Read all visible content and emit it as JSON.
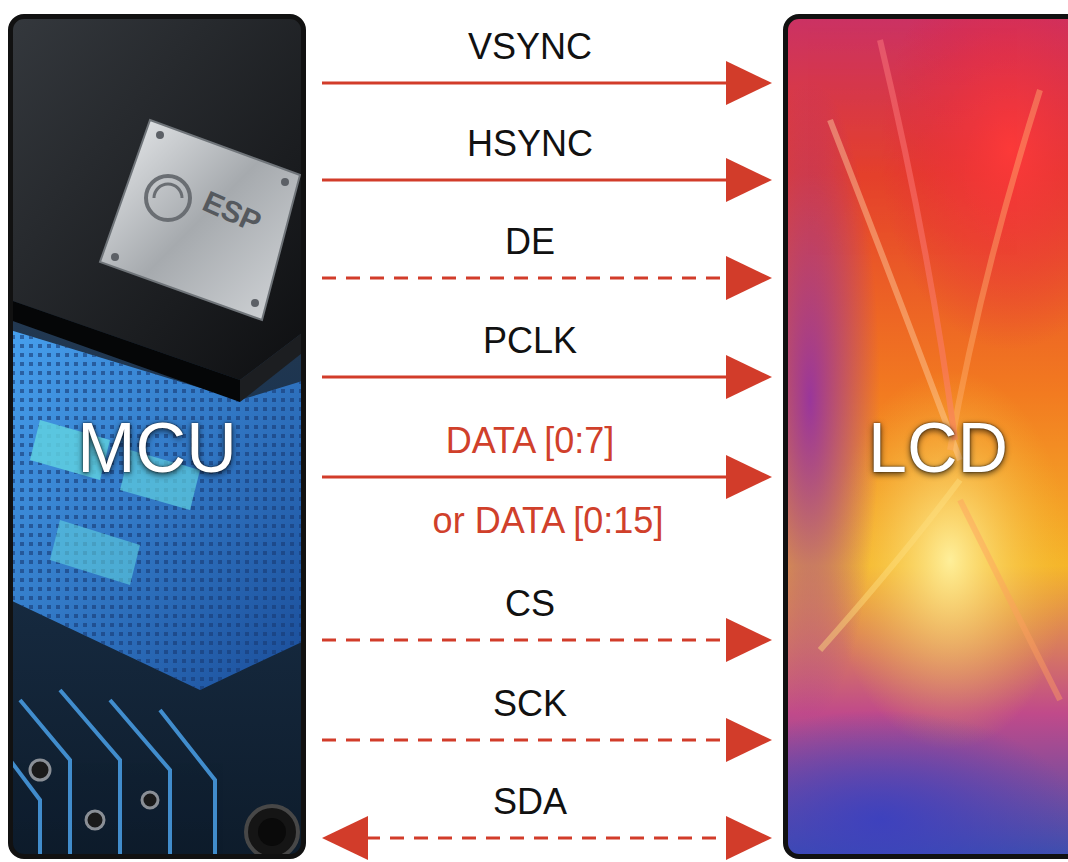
{
  "diagram": {
    "nodes": [
      {
        "text": [
          "MCU"
        ]
      },
      {
        "text": [
          "LCD"
        ]
      }
    ],
    "edges": [
      {
        "from": 0,
        "to": 1,
        "arrow": "to",
        "label": "VSYNC"
      },
      {
        "from": 0,
        "to": 1,
        "arrow": "to",
        "label": "HSYNC"
      },
      {
        "from": 0,
        "to": 1,
        "arrow": "to",
        "label": "DE"
      },
      {
        "from": 0,
        "to": 1,
        "arrow": "to",
        "label": "PCLK"
      },
      {
        "from": 0,
        "to": 1,
        "arrow": "to",
        "label": "DATA [0:7]"
      },
      {
        "from": 0,
        "to": 1,
        "arrow": "to",
        "label": "CS"
      },
      {
        "from": 0,
        "to": 1,
        "arrow": "to",
        "label": "SCK"
      },
      {
        "from": 0,
        "to": 1,
        "arrow": "both",
        "label": "SDA"
      }
    ],
    "labels": [
      "ESP",
      "or DATA [0:15]"
    ]
  }
}
